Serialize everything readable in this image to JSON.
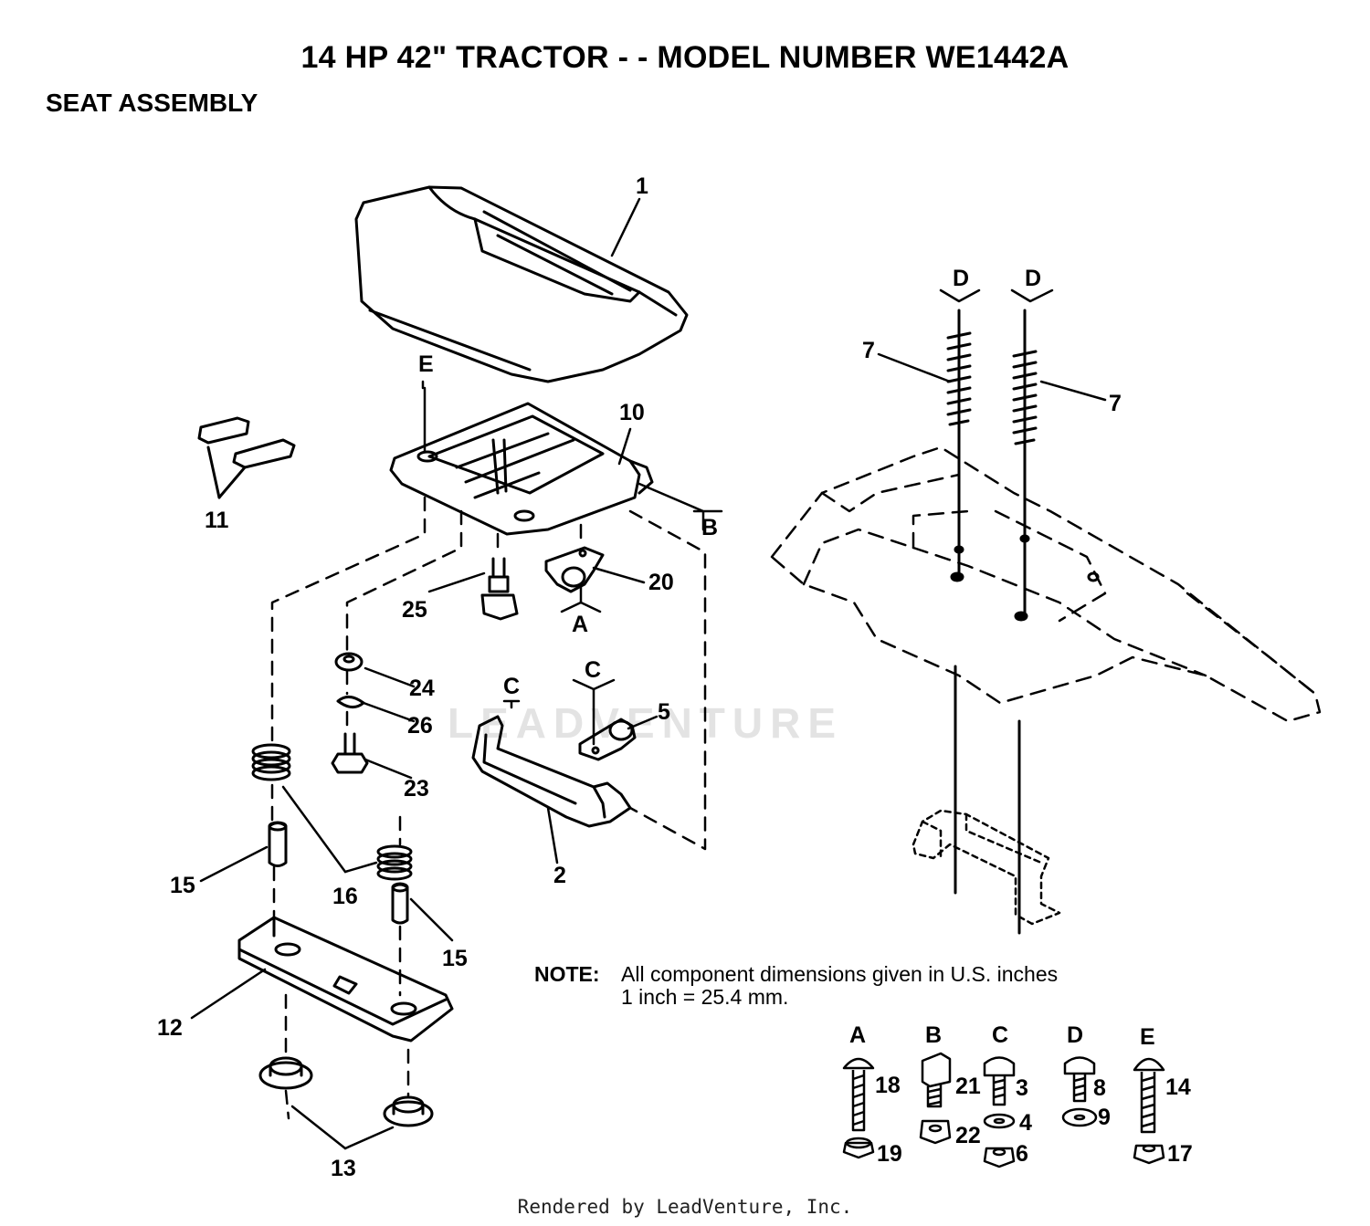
{
  "title": "14 HP 42\" TRACTOR - - MODEL NUMBER WE1442A",
  "subtitle": "SEAT ASSEMBLY",
  "callouts": {
    "p1": "1",
    "p2": "2",
    "p5": "5",
    "p7a": "7",
    "p7b": "7",
    "p10": "10",
    "p11": "11",
    "p12": "12",
    "p13": "13",
    "p15a": "15",
    "p15b": "15",
    "p16": "16",
    "p20": "20",
    "p23": "23",
    "p24": "24",
    "p25": "25",
    "p26": "26"
  },
  "ref_letters": {
    "A": "A",
    "B": "B",
    "C1": "C",
    "C2": "C",
    "D1": "D",
    "D2": "D",
    "E": "E"
  },
  "hardware_key": {
    "A": {
      "letter": "A",
      "parts": [
        "18",
        "19"
      ]
    },
    "B": {
      "letter": "B",
      "parts": [
        "21",
        "22"
      ]
    },
    "C": {
      "letter": "C",
      "parts": [
        "3",
        "4",
        "6"
      ]
    },
    "D": {
      "letter": "D",
      "parts": [
        "8",
        "9"
      ]
    },
    "E": {
      "letter": "E",
      "parts": [
        "14",
        "17"
      ]
    }
  },
  "note": {
    "label": "NOTE:",
    "line1": "All component dimensions given in U.S. inches",
    "line2": "1 inch = 25.4 mm."
  },
  "watermark": "LEADVENTURE",
  "footer": "Rendered by LeadVenture, Inc."
}
